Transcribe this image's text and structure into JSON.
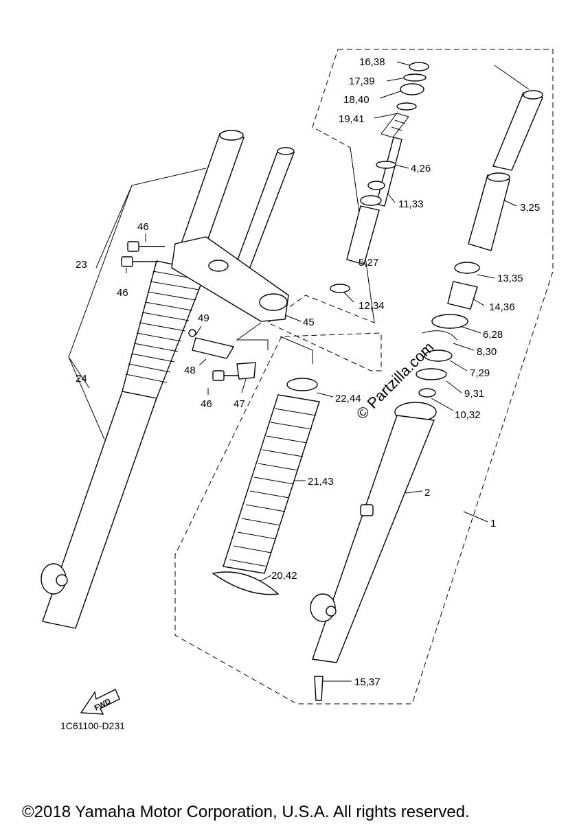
{
  "labels": {
    "p16_38": "16,38",
    "p17_39": "17,39",
    "p18_40": "18,40",
    "p19_41": "19,41",
    "p4_26": "4,26",
    "p11_33": "11,33",
    "p3_25": "3,25",
    "p5_27": "5,27",
    "p13_35": "13,35",
    "p12_34": "12,34",
    "p14_36": "14,36",
    "p6_28": "6,28",
    "p8_30": "8,30",
    "p7_29": "7,29",
    "p9_31": "9,31",
    "p10_32": "10,32",
    "p22_44": "22,44",
    "p21_43": "21,43",
    "p2": "2",
    "p1": "1",
    "p20_42": "20,42",
    "p15_37": "15,37",
    "p46_top": "46",
    "p46_mid": "46",
    "p46_low": "46",
    "p23": "23",
    "p24": "24",
    "p45": "45",
    "p49": "49",
    "p48": "48",
    "p47": "47"
  },
  "watermark": "© Partzilla.com",
  "fwd_arrow": "FWD",
  "diagram_code": "1C61100-D231",
  "copyright": "©2018 Yamaha Motor Corporation, U.S.A. All rights reserved."
}
